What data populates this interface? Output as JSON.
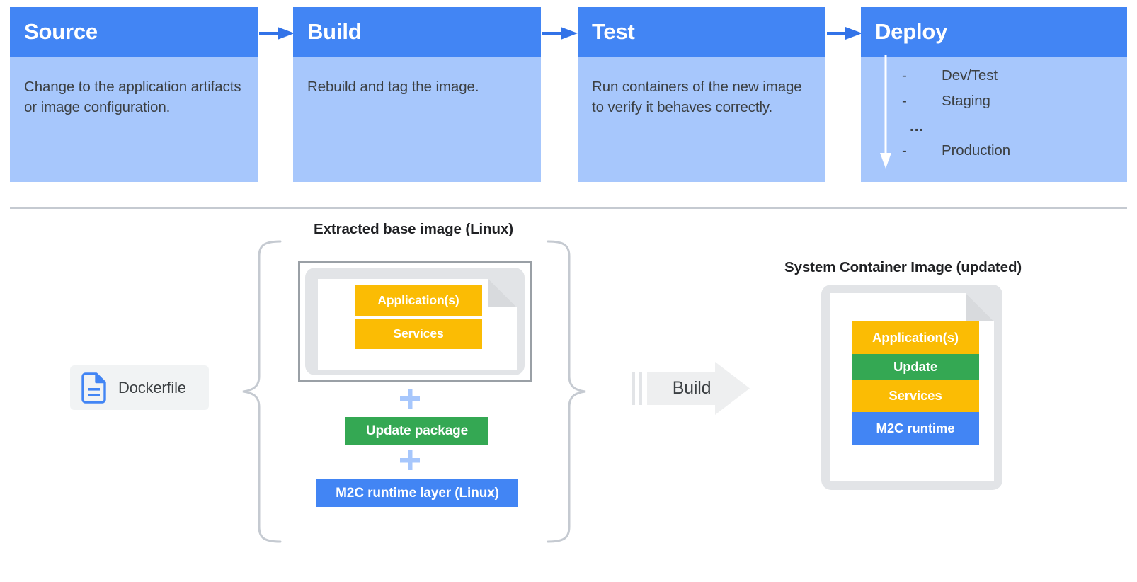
{
  "pipeline": {
    "stages": [
      {
        "id": "source",
        "title": "Source",
        "description": "Change to the application artifacts or image configuration."
      },
      {
        "id": "build",
        "title": "Build",
        "description": "Rebuild and tag the image."
      },
      {
        "id": "test",
        "title": "Test",
        "description": "Run containers of the new image to verify it behaves correctly."
      },
      {
        "id": "deploy",
        "title": "Deploy",
        "description": "",
        "list": [
          {
            "bullet": "-",
            "label": "Dev/Test"
          },
          {
            "bullet": "-",
            "label": "Staging"
          },
          {
            "bullet": "...",
            "label": ""
          },
          {
            "bullet": "-",
            "label": "Production"
          }
        ]
      }
    ],
    "connector_icon": "arrow-right-icon"
  },
  "lower": {
    "caption_left": "Extracted base image (Linux)",
    "caption_right": "System Container Image (updated)",
    "dockerfile": {
      "label": "Dockerfile",
      "icon": "document-icon"
    },
    "base_image_layers": [
      {
        "label": "Application(s)",
        "color": "#FBBC04"
      },
      {
        "label": "Services",
        "color": "#FBBC04"
      }
    ],
    "plus_symbol": "+",
    "addons": [
      {
        "label": "Update package",
        "color": "#34A853"
      },
      {
        "label": "M2C runtime layer (Linux)",
        "color": "#4285F4"
      }
    ],
    "build_arrow": {
      "label": "Build"
    },
    "output_layers": [
      {
        "label": "Application(s)",
        "color": "#FBBC04"
      },
      {
        "label": "Update",
        "color": "#34A853"
      },
      {
        "label": "Services",
        "color": "#FBBC04"
      },
      {
        "label": "M2C runtime",
        "color": "#4285F4"
      }
    ]
  },
  "colors": {
    "header_blue": "#4285F4",
    "body_blue": "#A7C7FC",
    "orange": "#FBBC04",
    "green": "#34A853",
    "blue": "#4285F4",
    "gray_frame": "#E2E4E7",
    "gray_border": "#9AA0A6",
    "text_dark": "#3C4043",
    "divider": "#C5CAD1"
  }
}
